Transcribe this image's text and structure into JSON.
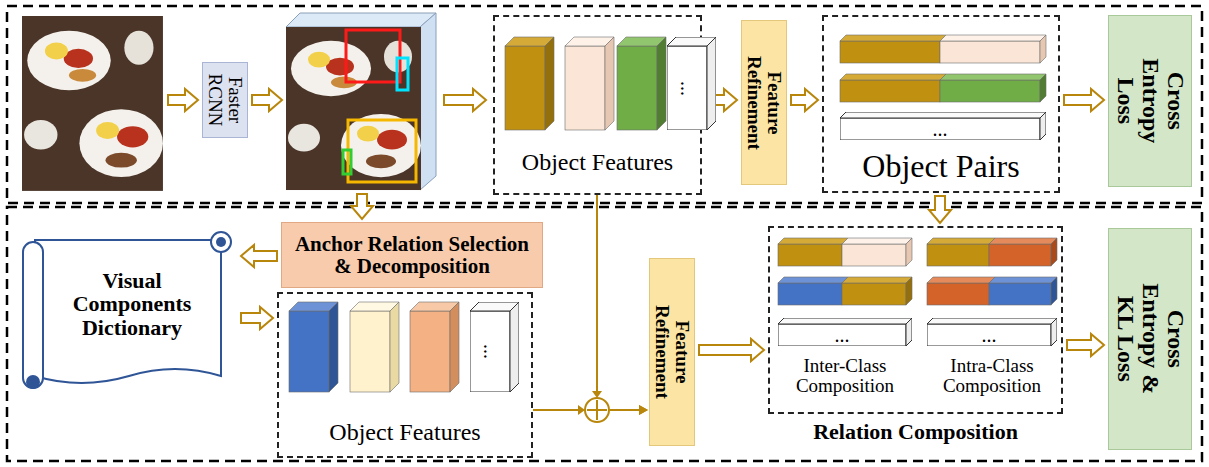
{
  "diagram": {
    "nodes": [
      {
        "text": [
          "Faster RCNN"
        ]
      },
      {
        "text": [
          "Object Features"
        ]
      },
      {
        "text": [
          "..."
        ],
        "in": 1
      },
      {
        "text": [
          "Feature Refinement"
        ]
      },
      {
        "text": [
          "Object Pairs"
        ]
      },
      {
        "text": [
          "..."
        ],
        "in": 4
      },
      {
        "text": [
          "Cross Entropy Loss"
        ]
      },
      {
        "text": [
          "Anchor Relation Selection & Decomposition"
        ]
      },
      {
        "text": [
          "Visual Components Dictionary"
        ]
      },
      {
        "text": [
          "Object Features"
        ]
      },
      {
        "text": [
          "..."
        ],
        "in": 9
      },
      {
        "text": [
          "Feature Refinement"
        ]
      },
      {
        "text": [
          "Relation Composition"
        ]
      },
      {
        "text": [
          "..."
        ],
        "in": 12
      },
      {
        "text": [
          "..."
        ],
        "in": 12
      },
      {
        "text": [
          "Cross Entropy & KL Loss"
        ]
      }
    ],
    "edges": [
      {
        "from": 1,
        "to": 3,
        "arrow": "to"
      },
      {
        "from": 3,
        "to": 4,
        "arrow": "to"
      },
      {
        "from": 4,
        "to": 6,
        "arrow": "to"
      },
      {
        "from": 7,
        "to": 8,
        "arrow": "to"
      },
      {
        "from": 8,
        "to": 9,
        "arrow": "to"
      },
      {
        "from": 1,
        "to": 11,
        "arrow": "to"
      },
      {
        "from": 9,
        "to": 11,
        "arrow": "to"
      },
      {
        "from": 11,
        "to": 12,
        "arrow": "to"
      },
      {
        "from": 4,
        "to": 12,
        "arrow": "to"
      },
      {
        "from": 12,
        "to": 15,
        "arrow": "to"
      }
    ],
    "labels": [
      "Inter-Class Composition",
      "Intra-Class Composition"
    ]
  }
}
